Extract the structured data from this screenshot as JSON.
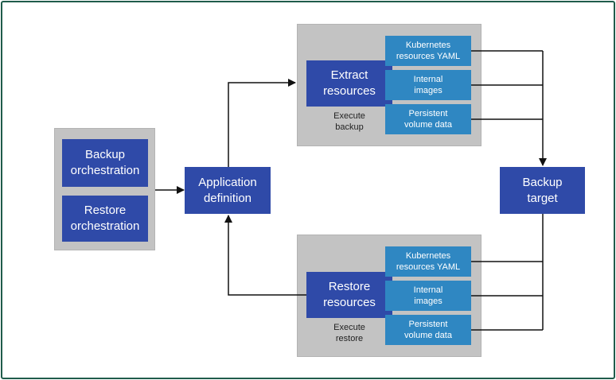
{
  "orchestration": {
    "backup": "Backup\norchestration",
    "restore": "Restore\norchestration"
  },
  "application_definition": "Application\ndefinition",
  "backup_group": {
    "main": "Extract\nresources",
    "caption": "Execute\nbackup",
    "items": [
      "Kubernetes\nresources YAML",
      "Internal\nimages",
      "Persistent\nvolume data"
    ]
  },
  "restore_group": {
    "main": "Restore\nresources",
    "caption": "Execute\nrestore",
    "items": [
      "Kubernetes\nresources YAML",
      "Internal\nimages",
      "Persistent\nvolume data"
    ]
  },
  "backup_target": "Backup\ntarget",
  "colors": {
    "frame": "#1f5c4b",
    "group": "#c3c3c3",
    "dark_box": "#2f4aa8",
    "light_box": "#2f87c2",
    "arrow": "#111111"
  }
}
